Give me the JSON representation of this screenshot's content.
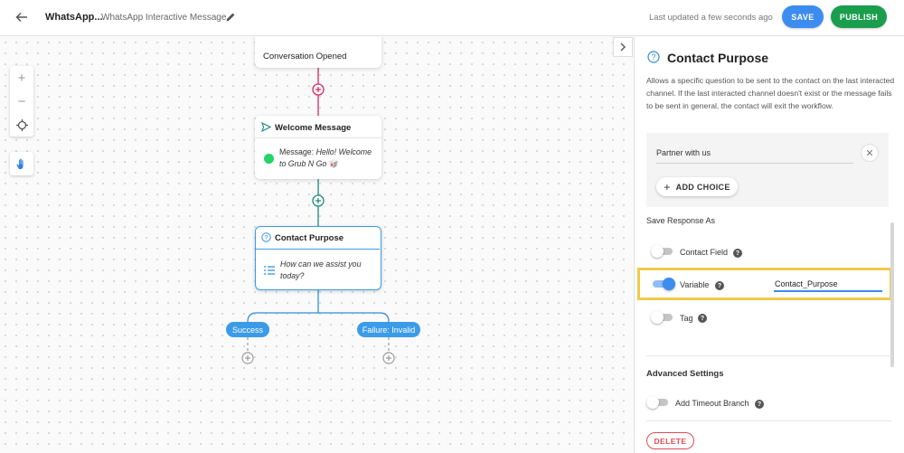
{
  "header": {
    "workflow_name": "WhatsApp...",
    "workflow_description": "WhatsApp Interactive Message",
    "last_updated": "Last updated a few seconds ago",
    "save_label": "SAVE",
    "publish_label": "PUBLISH"
  },
  "canvas": {
    "nodes": {
      "conversation_opened": {
        "title": "Conversation Opened"
      },
      "welcome": {
        "title": "Welcome Message",
        "message_label": "Message:",
        "message_text": "Hello! Welcome to Grub N Go",
        "emoji": "🥡"
      },
      "contact_purpose": {
        "title": "Contact Purpose",
        "question": "How can we assist you today?"
      }
    },
    "branches": {
      "success": "Success",
      "failure": "Failure: Invalid"
    }
  },
  "panel": {
    "title": "Contact Purpose",
    "description": "Allows a specific question to be sent to the contact on the last interacted channel. If the last interacted channel doesn't exist or the message fails to be sent in general, the contact will exit the workflow.",
    "choice_value": "Partner with us",
    "add_choice_label": "ADD CHOICE",
    "save_response_label": "Save Response As",
    "options": {
      "contact_field": {
        "label": "Contact Field",
        "enabled": false
      },
      "variable": {
        "label": "Variable",
        "enabled": true,
        "value": "Contact_Purpose"
      },
      "tag": {
        "label": "Tag",
        "enabled": false
      }
    },
    "advanced_label": "Advanced Settings",
    "timeout_label": "Add Timeout Branch",
    "timeout_enabled": false,
    "delete_label": "DELETE"
  },
  "colors": {
    "accent_blue": "#3d8cf0",
    "publish_green": "#1a9e4e",
    "edge_red": "#d2285a",
    "edge_green": "#1e8a78",
    "edge_blue": "#2f8ee0",
    "highlight_yellow": "#f3c94a",
    "delete_red": "#e04b54"
  },
  "icons": [
    "arrow-back-icon",
    "pencil-icon",
    "zoom-in-icon",
    "zoom-out-icon",
    "crosshair-icon",
    "hand-icon",
    "chevron-right-icon",
    "send-icon",
    "whatsapp-icon",
    "question-circle-icon",
    "list-icon",
    "plus-circle-icon",
    "close-icon",
    "plus-icon",
    "help-icon"
  ]
}
